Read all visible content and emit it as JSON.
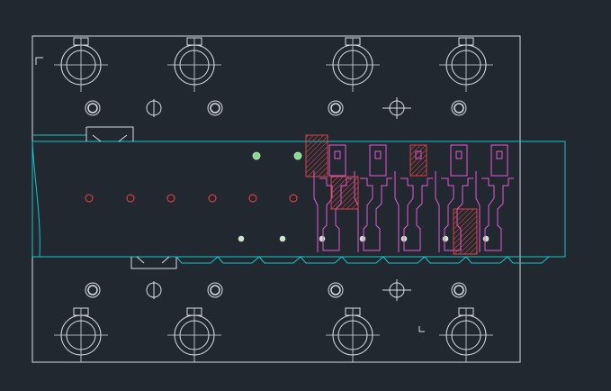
{
  "viewport": {
    "background": "#212830",
    "cursor": "crosshair-cursor"
  },
  "colors": {
    "die_outline": "#d9dde2",
    "strip_outline": "#19c5c8",
    "part_profile": "#e55ad6",
    "section_hatch": "#d84545",
    "pilot_marks": "#ff4040",
    "grid_dots": "#2c333c",
    "pin_fill": "#7fe07f"
  },
  "drawing": {
    "die_plate": "die-plate-outline",
    "carrier_strip": "progressive-strip",
    "guide_bushings": "bushing-icon",
    "screw_holes": "screw-hole-icon",
    "dowel_holes": "dowel-hole-icon",
    "pilot_holes": "pilot-hole-icon",
    "terminal_stations": "terminal-profile",
    "hatched_sections": "cut-section-hatch"
  }
}
